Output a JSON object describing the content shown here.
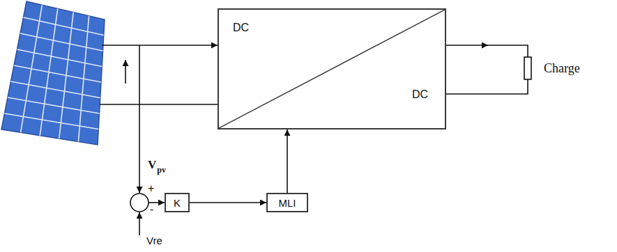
{
  "diagram": {
    "nodes": [
      {
        "text": [
          "DC",
          "DC"
        ]
      },
      {
        "text": [
          "K"
        ]
      },
      {
        "text": [
          "MLI"
        ]
      }
    ],
    "edges": [
      {
        "from": 1,
        "to": 2,
        "arrow": "to"
      },
      {
        "from": 2,
        "to": 0,
        "arrow": "to"
      }
    ],
    "labels": [
      "+",
      "-",
      "V",
      "pv",
      "Vre",
      "Charge"
    ]
  }
}
